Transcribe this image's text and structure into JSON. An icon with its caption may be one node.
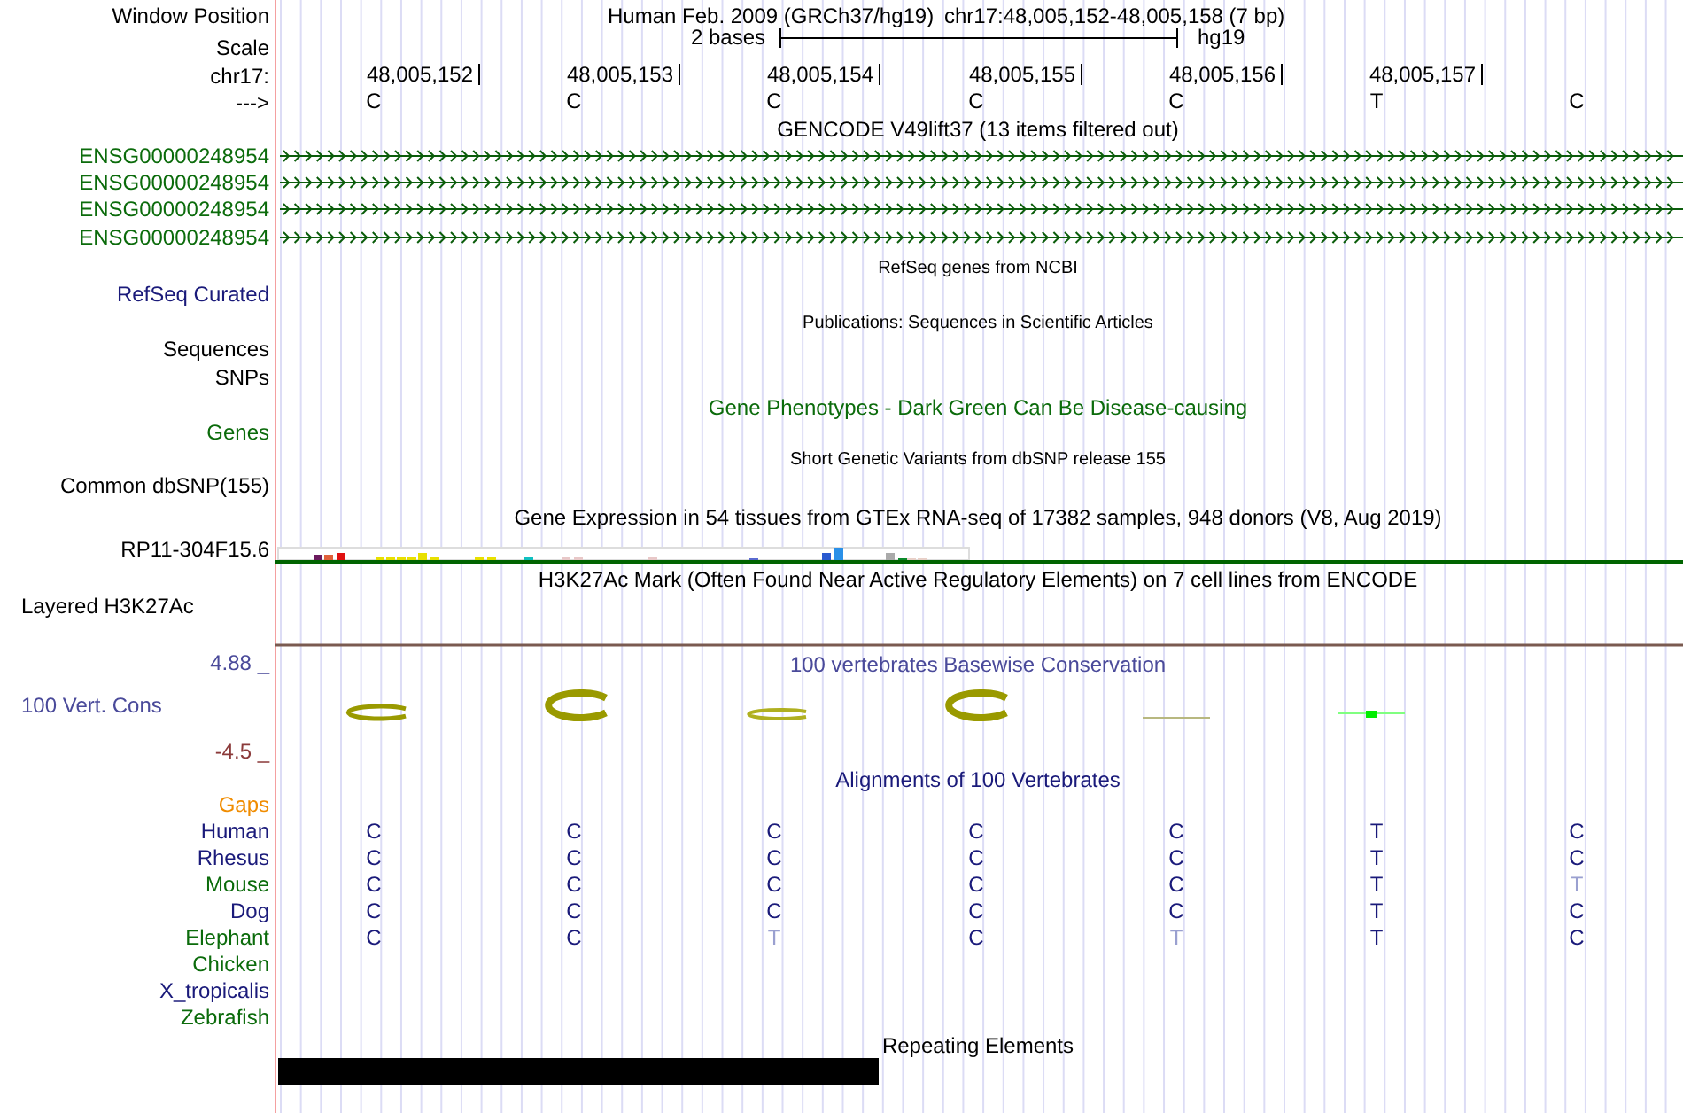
{
  "diagram": {
    "labels": [
      "Window Position",
      "Human Feb. 2009 (GRCh37/hg19)",
      "chr17:48,005,152-48,005,158 (7 bp)",
      "Scale",
      "2 bases",
      "hg19",
      "chr17:",
      "48,005,152",
      "48,005,153",
      "48,005,154",
      "48,005,155",
      "48,005,156",
      "48,005,157",
      "--->",
      "C",
      "C",
      "C",
      "C",
      "C",
      "T",
      "C",
      "GENCODE V49lift37 (13 items filtered out)",
      "ENSG00000248954",
      "ENSG00000248954",
      "ENSG00000248954",
      "ENSG00000248954",
      "RefSeq genes from NCBI",
      "RefSeq Curated",
      "Publications: Sequences in Scientific Articles",
      "Sequences",
      "SNPs",
      "Gene Phenotypes - Dark Green Can Be Disease-causing",
      "Genes",
      "Short Genetic Variants from dbSNP release 155",
      "Common dbSNP(155)",
      "Gene Expression in 54 tissues from GTEx RNA-seq of 17382 samples, 948 donors (V8, Aug 2019)",
      "RP11-304F15.6",
      "H3K27Ac Mark (Often Found Near Active Regulatory Elements) on 7 cell lines from ENCODE",
      "Layered H3K27Ac",
      "4.88 _",
      "100 vertebrates Basewise Conservation",
      "100 Vert. Cons",
      "-4.5 _",
      "Alignments of 100 Vertebrates",
      "Gaps",
      "Human",
      "C",
      "C",
      "C",
      "C",
      "C",
      "T",
      "C",
      "Rhesus",
      "C",
      "C",
      "C",
      "C",
      "C",
      "T",
      "C",
      "Mouse",
      "C",
      "C",
      "C",
      "C",
      "C",
      "T",
      "T",
      "Dog",
      "C",
      "C",
      "C",
      "C",
      "C",
      "T",
      "C",
      "Elephant",
      "C",
      "C",
      "T",
      "C",
      "T",
      "T",
      "C",
      "Chicken",
      "X_tropicalis",
      "Zebrafish",
      "Repeating Elements"
    ]
  }
}
